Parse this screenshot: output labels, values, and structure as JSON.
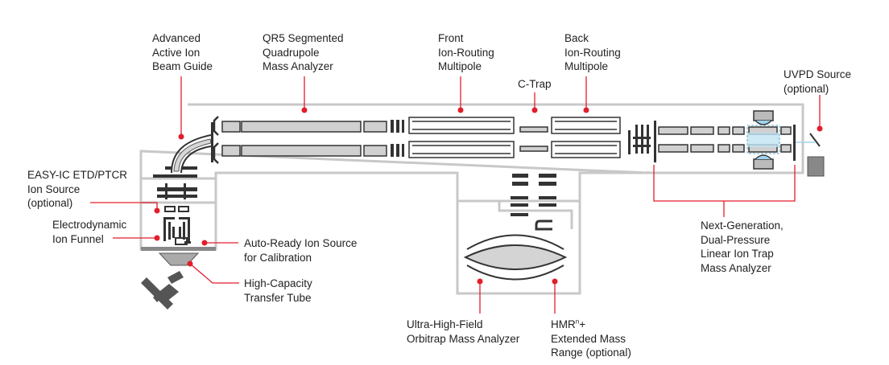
{
  "colors": {
    "outline": "#c8c8c8",
    "component": "#333333",
    "tube": "#bdbdbd",
    "callout": "#e31e2b",
    "text": "#1f1f1f",
    "beam": "#9fd4ee"
  },
  "labels": {
    "beam_guide": [
      "Advanced",
      "Active Ion",
      "Beam Guide"
    ],
    "qr5": [
      "QR5 Segmented",
      "Quadrupole",
      "Mass Analyzer"
    ],
    "front_multipole": [
      "Front",
      "Ion-Routing",
      "Multipole"
    ],
    "ctrap": [
      "C-Trap"
    ],
    "back_multipole": [
      "Back",
      "Ion-Routing",
      "Multipole"
    ],
    "uvpd": [
      "UVPD Source",
      "(optional)"
    ],
    "etd": [
      "EASY-IC ETD/PTCR",
      "Ion Source",
      "(optional)"
    ],
    "funnel": [
      "Electrodynamic",
      "Ion Funnel"
    ],
    "autoready": [
      "Auto-Ready Ion Source",
      "for Calibration"
    ],
    "transfer": [
      "High-Capacity",
      "Transfer Tube"
    ],
    "orbitrap": [
      "Ultra-High-Field",
      "Orbitrap Mass Analyzer"
    ],
    "hmr": {
      "line1_main": "HMR",
      "line1_sup": "n",
      "line1_end": "+",
      "line2": "Extended Mass",
      "line3": "Range (optional)"
    },
    "linear_trap": [
      "Next-Generation,",
      "Dual-Pressure",
      "Linear Ion Trap",
      "Mass Analyzer"
    ]
  }
}
